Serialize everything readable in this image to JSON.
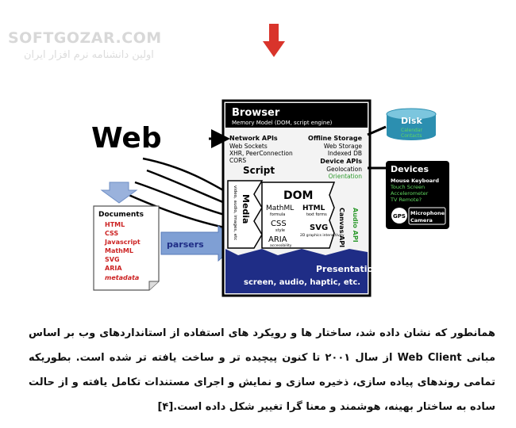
{
  "watermark": {
    "brand": "SOFTGOZAR.COM",
    "tagline": "اولین دانشنامه نرم افزار ایران"
  },
  "diagram": {
    "web_label": "Web",
    "documents": {
      "title": "Documents",
      "items": [
        "HTML",
        "CSS",
        "Javascript",
        "MathML",
        "SVG",
        "ARIA",
        "metadata"
      ]
    },
    "parsers_label": "parsers",
    "browser": {
      "title": "Browser",
      "subtitle": "Memory Model (DOM, script engine)",
      "network_title": "Network APIs",
      "network_items": [
        "Web Sockets",
        "XHR, PeerConnection",
        "CORS"
      ],
      "offline_title": "Offline Storage",
      "offline_items": [
        "Web Storage",
        "Indexed DB"
      ],
      "device_title": "Device APIs",
      "device_items": [
        "Geolocation",
        "Orientation"
      ],
      "script_label": "Script",
      "media_label": "Media",
      "media_sub": "video, audio, images, etc",
      "dom": {
        "title": "DOM",
        "mathml": "MathML",
        "mathml_sub": "formula",
        "html": "HTML",
        "html_sub": "text forms",
        "css": "CSS",
        "css_sub": "style",
        "svg": "SVG",
        "svg_sub": "2D graphics interactivity",
        "aria": "ARIA",
        "aria_sub": "accessibility"
      },
      "canvas_label": "Canvas API",
      "audio_label": "Audio API",
      "presentation_title": "Presentation",
      "presentation_sub": "screen, audio, haptic, etc."
    },
    "disk": {
      "title": "Disk",
      "items": [
        "Calendar",
        "Contacts"
      ]
    },
    "devices": {
      "title": "Devices",
      "row1": "Mouse   Keyboard",
      "row2": "Touch Screen",
      "row3": "Accelerometer",
      "row4": "TV Remote?",
      "gps": "GPS",
      "mic": "Microphone",
      "camera": "Camera"
    }
  },
  "paragraph": "همانطور که نشان داده شد، ساختار ها و رویکرد های استفاده از استانداردهای وب بر اساس مبانی Web Client از سال ۲۰۰۱ تا کنون پیچیده تر و ساخت یافته تر شده است. بطوریکه تمامی روندهای پیاده سازی، ذخیره سازی و نمایش و اجرای مستندات تکامل یافته و از حالت ساده به ساختار بهینه، هوشمند و معنا گرا تغییر شکل داده است.[۴]",
  "colors": {
    "arrow": "#d9342b",
    "browser_blue": "#1f2d86",
    "green_text": "#2e9a2e",
    "red_text": "#cc2222",
    "parser_blue": "#7f9fd4"
  }
}
